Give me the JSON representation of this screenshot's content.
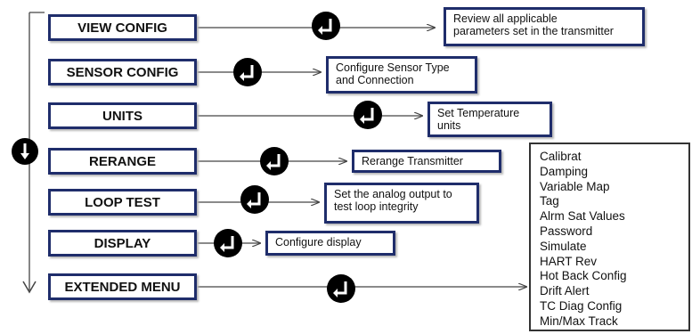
{
  "menu_items": [
    {
      "label": "VIEW CONFIG",
      "description": [
        "Review all applicable",
        "parameters set in the transmitter"
      ]
    },
    {
      "label": "SENSOR CONFIG",
      "description": [
        "Configure Sensor Type",
        "and Connection"
      ]
    },
    {
      "label": "UNITS",
      "description": [
        "Set Temperature",
        "units"
      ]
    },
    {
      "label": "RERANGE",
      "description": [
        "Rerange Transmitter"
      ]
    },
    {
      "label": "LOOP TEST",
      "description": [
        "Set the analog output to",
        "test loop integrity"
      ]
    },
    {
      "label": "DISPLAY",
      "description": [
        "Configure display"
      ]
    },
    {
      "label": "EXTENDED MENU",
      "description": []
    }
  ],
  "extended_menu_items": [
    "Calibrat",
    "Damping",
    "Variable Map",
    "Tag",
    "Alrm Sat Values",
    "Password",
    "Simulate",
    "HART Rev",
    "Hot Back Config",
    "Drift Alert",
    "TC Diag Config",
    "Min/Max Track"
  ],
  "colors": {
    "box_border": "#1f2d6b",
    "icon_fill": "#000000",
    "line": "#444444"
  },
  "icons": {
    "enter_key": "enter-icon",
    "scroll_down": "down-arrow-icon"
  }
}
